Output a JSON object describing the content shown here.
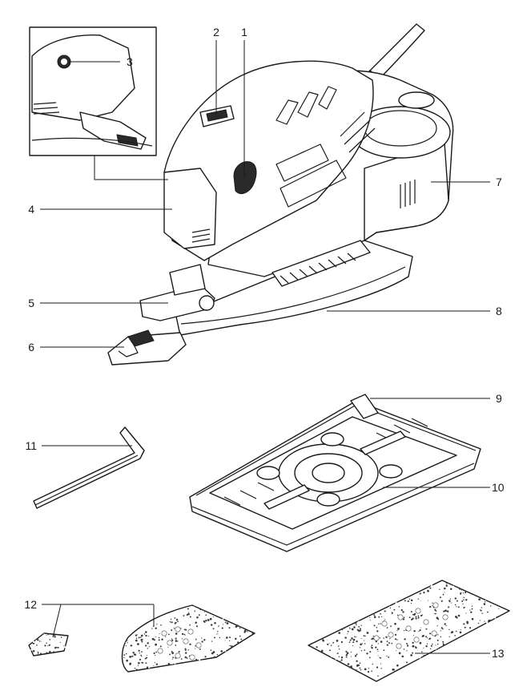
{
  "callouts": [
    {
      "id": "c1",
      "number": "1"
    },
    {
      "id": "c2",
      "number": "2"
    },
    {
      "id": "c3",
      "number": "3"
    },
    {
      "id": "c4",
      "number": "4"
    },
    {
      "id": "c5",
      "number": "5"
    },
    {
      "id": "c6",
      "number": "6"
    },
    {
      "id": "c7",
      "number": "7"
    },
    {
      "id": "c8",
      "number": "8"
    },
    {
      "id": "c9",
      "number": "9"
    },
    {
      "id": "c10",
      "number": "10"
    },
    {
      "id": "c11",
      "number": "11"
    },
    {
      "id": "c12",
      "number": "12"
    },
    {
      "id": "c13",
      "number": "13"
    }
  ],
  "icons": [
    "sander-illustration",
    "inset-detail",
    "hex-key-illustration",
    "sanding-plate-illustration",
    "finger-sheet-illustration",
    "delta-sheet-illustration",
    "rectangular-sheet-illustration"
  ]
}
